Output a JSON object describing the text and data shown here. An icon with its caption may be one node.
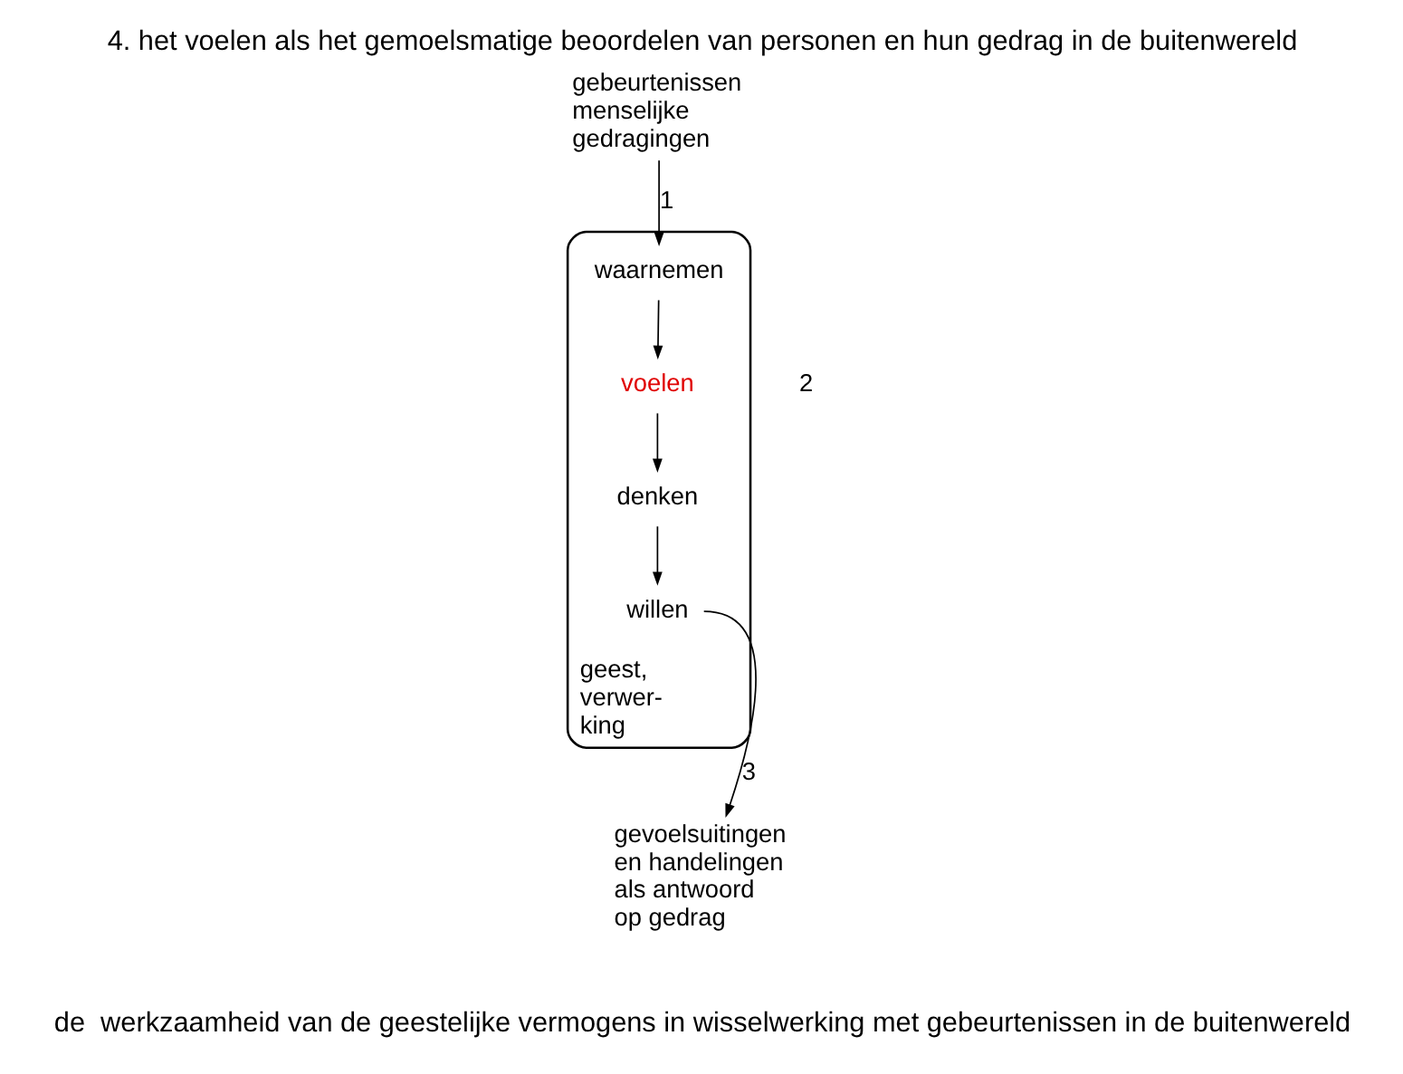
{
  "diagram": {
    "title": "4. het voelen als het gemoelsmatige beoordelen van personen en hun gedrag in de buitenwereld",
    "caption": "de  werkzaamheid van de geestelijke vermogens in wisselwerking met gebeurtenissen in de buitenwereld",
    "nodes": [
      {
        "text": [
          "geest, verwer- king"
        ]
      },
      {
        "text": [
          "waarnemen"
        ],
        "in": 0
      },
      {
        "text": [
          "voelen"
        ],
        "in": 0
      },
      {
        "text": [
          "denken"
        ],
        "in": 0
      },
      {
        "text": [
          "willen"
        ],
        "in": 0
      },
      {
        "text": [
          "gebeurtenissen menselijke gedragingen"
        ]
      },
      {
        "text": [
          "gevoelsuitingen en handelingen als antwoord op gedrag"
        ]
      }
    ],
    "edges": [
      {
        "from": 1,
        "to": 2,
        "arrow": "to"
      },
      {
        "from": 2,
        "to": 3,
        "arrow": "to"
      },
      {
        "from": 3,
        "to": 4,
        "arrow": "to"
      },
      {
        "from": 5,
        "to": 1,
        "arrow": "to",
        "label": "1"
      },
      {
        "from": 4,
        "to": 6,
        "arrow": "to",
        "label": "3"
      }
    ],
    "labels": [
      "2"
    ]
  }
}
